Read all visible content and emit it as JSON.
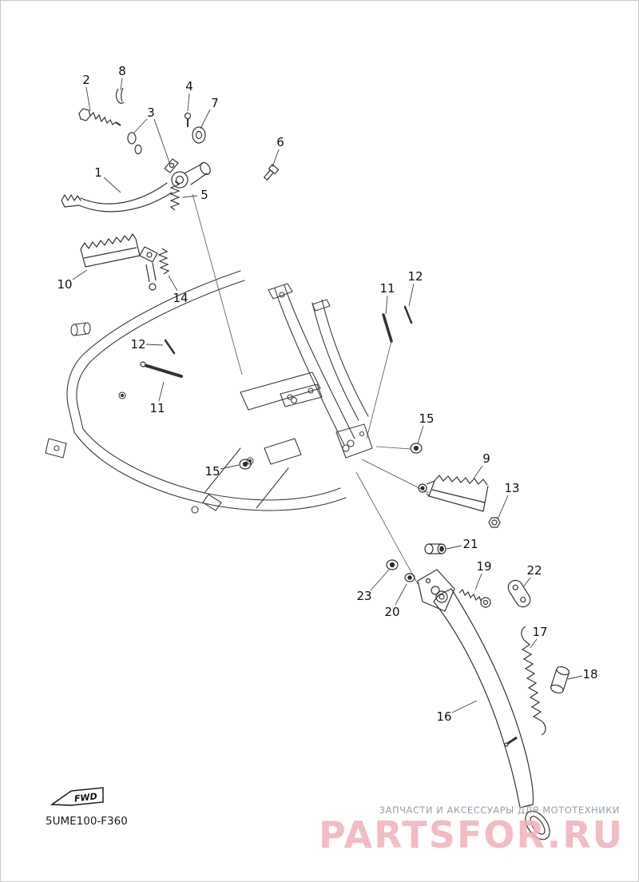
{
  "diagram": {
    "code": "5UME100-F360",
    "fwd_label": "FWD"
  },
  "watermark": {
    "subtitle": "ЗАПЧАСТИ И АКСЕССУАРЫ ДЛЯ МОТОТЕХНИКИ",
    "brand": "PARTSFOR.RU",
    "brand_color": "#f2b0ba",
    "subtitle_color": "#96a2ad"
  },
  "parts": [
    {
      "num": "2"
    },
    {
      "num": "8"
    },
    {
      "num": "4"
    },
    {
      "num": "7"
    },
    {
      "num": "3"
    },
    {
      "num": "6"
    },
    {
      "num": "1"
    },
    {
      "num": "5"
    },
    {
      "num": "10"
    },
    {
      "num": "14"
    },
    {
      "num": "12"
    },
    {
      "num": "11"
    },
    {
      "num": "12"
    },
    {
      "num": "11"
    },
    {
      "num": "15"
    },
    {
      "num": "15"
    },
    {
      "num": "9"
    },
    {
      "num": "13"
    },
    {
      "num": "21"
    },
    {
      "num": "19"
    },
    {
      "num": "22"
    },
    {
      "num": "23"
    },
    {
      "num": "20"
    },
    {
      "num": "17"
    },
    {
      "num": "18"
    },
    {
      "num": "16"
    }
  ]
}
